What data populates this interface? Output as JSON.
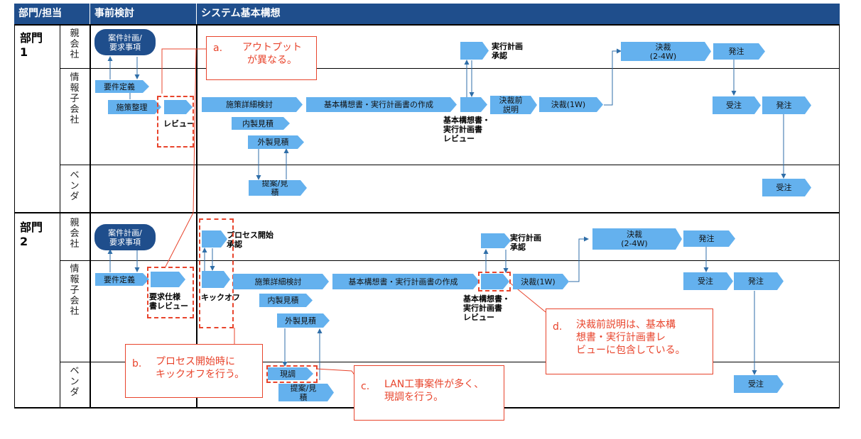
{
  "header": {
    "col1": "部門/担当",
    "col2": "事前検討",
    "col3": "システム基本構想"
  },
  "depts": [
    {
      "name": "部門\n1",
      "roles": [
        "親会社",
        "情報子会社",
        "ベンダ"
      ]
    },
    {
      "name": "部門\n2",
      "roles": [
        "親会社",
        "情報子会社",
        "ベンダ"
      ]
    }
  ],
  "nodes": {
    "d1_plan": "案件計画/\n要求事項",
    "d1_req": "要件定義",
    "d1_organize": "施策整理",
    "d1_review_label": "レビュー",
    "d1_detail": "施策詳細検討",
    "d1_basic": "基本構想書・実行計画書の作成",
    "d1_internal_est": "内製見積",
    "d1_external_est": "外製見積",
    "d1_proposal": "提案/見\n積",
    "d1_exec_plan_label": "実行計画\n承認",
    "d1_basic_review_label": "基本構想書・\n実行計画書\nレビュー",
    "d1_pre_explain": "決裁前\n説明",
    "d1_decision_1w": "決裁(1W)",
    "d1_decision_2_4w": "決裁\n(2-4W)",
    "d1_order_parent": "発注",
    "d1_accept_info": "受注",
    "d1_order_info": "発注",
    "d1_accept_vendor": "受注",
    "d2_plan": "案件計画/\n要求事項",
    "d2_req": "要件定義",
    "d2_req_review_label": "要求仕様\n書レビュー",
    "d2_process_start_label": "プロセス開始\n承認",
    "d2_kickoff_label": "キックオフ",
    "d2_detail": "施策詳細検討",
    "d2_basic": "基本構想書・実行計画書の作成",
    "d2_internal_est": "内製見積",
    "d2_external_est": "外製見積",
    "d2_survey": "現調",
    "d2_proposal": "提案/見\n積",
    "d2_exec_plan_label": "実行計画\n承認",
    "d2_basic_review_label": "基本構想書・\n実行計画書\nレビュー",
    "d2_decision_1w": "決裁(1W)",
    "d2_decision_2_4w": "決裁\n(2-4W)",
    "d2_order_parent": "発注",
    "d2_accept_info": "受注",
    "d2_order_info": "発注",
    "d2_accept_vendor": "受注"
  },
  "notes": {
    "a": {
      "letter": "a.",
      "text": "アウトプット\nが異なる。"
    },
    "b": {
      "letter": "b.",
      "text": "プロセス開始時に\nキックオフを行う。"
    },
    "c": {
      "letter": "c.",
      "text": "LAN工事案件が多く、\n現調を行う。"
    },
    "d": {
      "letter": "d.",
      "text": "決裁前説明は、基本構\n想書・実行計画書レ\nビューに包含している。"
    }
  },
  "colors": {
    "header": "#1f4e8c",
    "chevron": "#64b1ee",
    "oval": "#1f4e8c",
    "annotation": "#e8442c",
    "connector": "#2f6ea8"
  }
}
